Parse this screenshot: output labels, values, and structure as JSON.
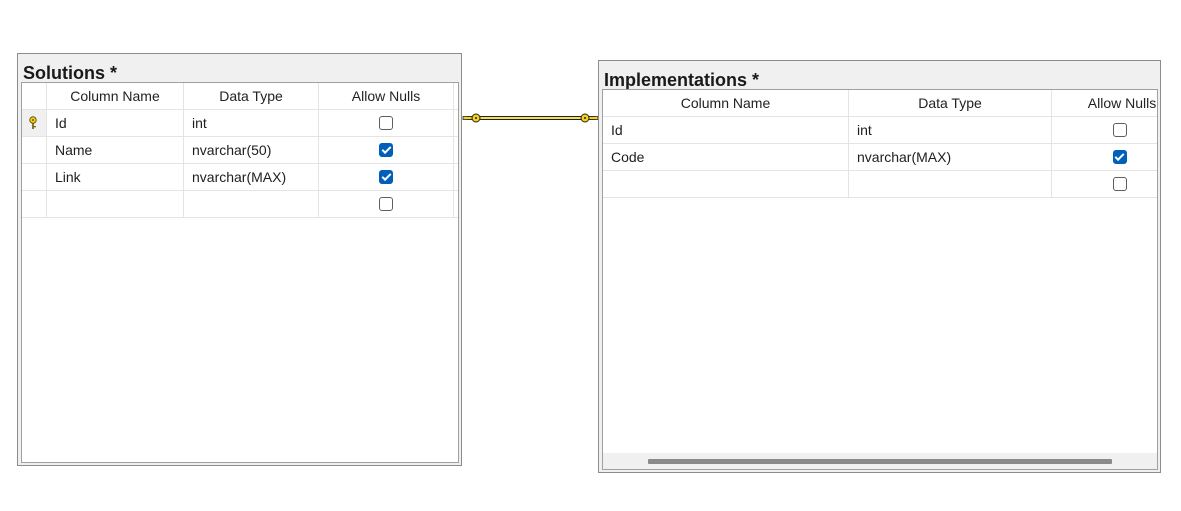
{
  "colors": {
    "key": "#f2d21b",
    "checkbox_on": "#005fb8"
  },
  "solutions": {
    "title": "Solutions *",
    "columns": {
      "name": "Column Name",
      "type": "Data Type",
      "nulls": "Allow Nulls"
    },
    "rows": [
      {
        "name": "Id",
        "type": "int",
        "allow_nulls": false,
        "primary_key": true
      },
      {
        "name": "Name",
        "type": "nvarchar(50)",
        "allow_nulls": true
      },
      {
        "name": "Link",
        "type": "nvarchar(MAX)",
        "allow_nulls": true
      },
      {
        "name": "",
        "type": "",
        "allow_nulls": false
      }
    ]
  },
  "implementations": {
    "title": "Implementations *",
    "columns": {
      "name": "Column Name",
      "type": "Data Type",
      "nulls": "Allow Nulls"
    },
    "rows": [
      {
        "name": "Id",
        "type": "int",
        "allow_nulls": false
      },
      {
        "name": "Code",
        "type": "nvarchar(MAX)",
        "allow_nulls": true
      },
      {
        "name": "",
        "type": "",
        "allow_nulls": false
      }
    ]
  },
  "relationship": {
    "icon": "key-connector-icon"
  }
}
